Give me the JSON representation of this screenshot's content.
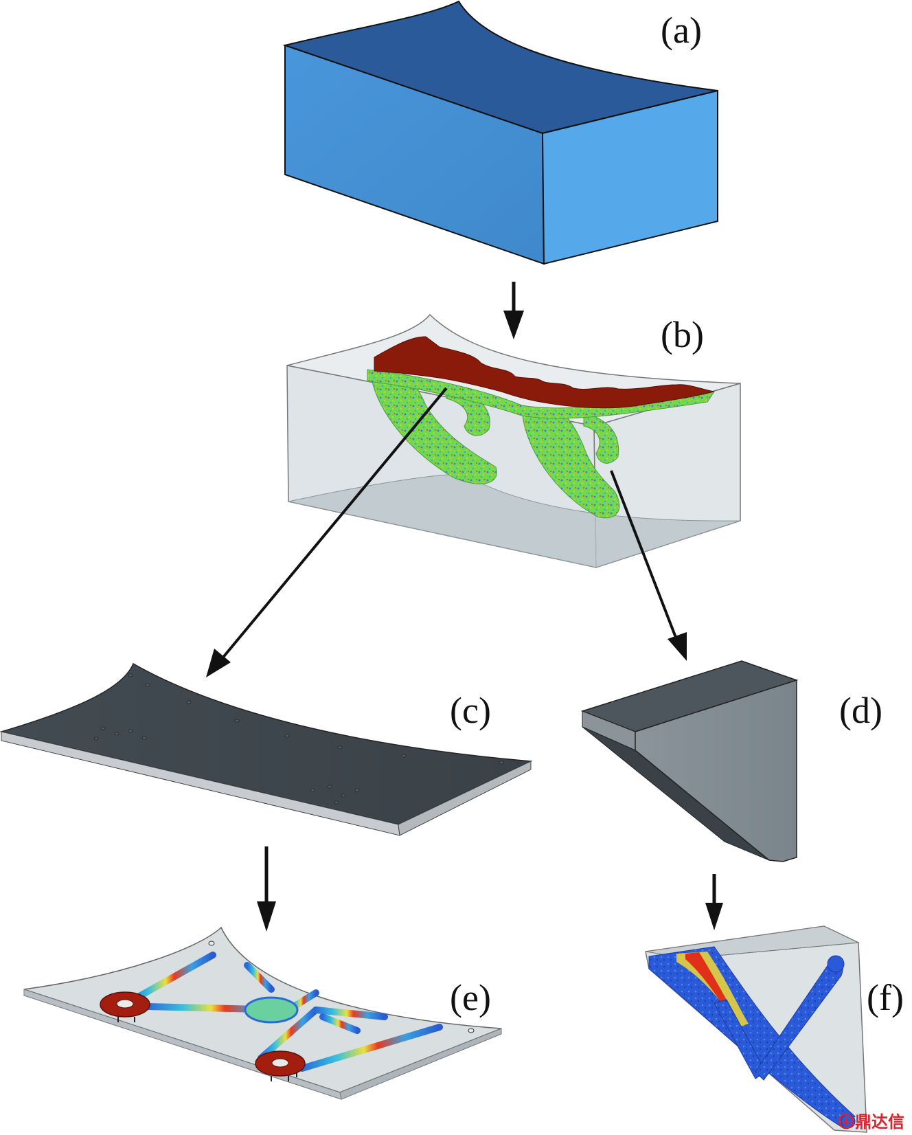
{
  "labels": {
    "a": "(a)",
    "b": "(b)",
    "c": "(c)",
    "d": "(d)",
    "e": "(e)",
    "f": "(f)"
  },
  "watermark": {
    "text": "鼎达信",
    "color": "#e0202a"
  },
  "colors": {
    "block_blue_top": "#2a5a9a",
    "block_blue_front": "#4a94d8",
    "block_blue_side": "#55a8ea",
    "transparent_box": "#c8d2d8",
    "optimized_red": "#8a1a0a",
    "optimized_green": "#6ed84a",
    "plate_dark": "#3e464c",
    "plate_edge": "#c8ccd0",
    "wedge_light": "#808a90",
    "wedge_dark": "#3a4248",
    "arrow": "#111111"
  },
  "icons": {
    "arrow": "arrow-icon",
    "watermark": "logo-icon"
  }
}
